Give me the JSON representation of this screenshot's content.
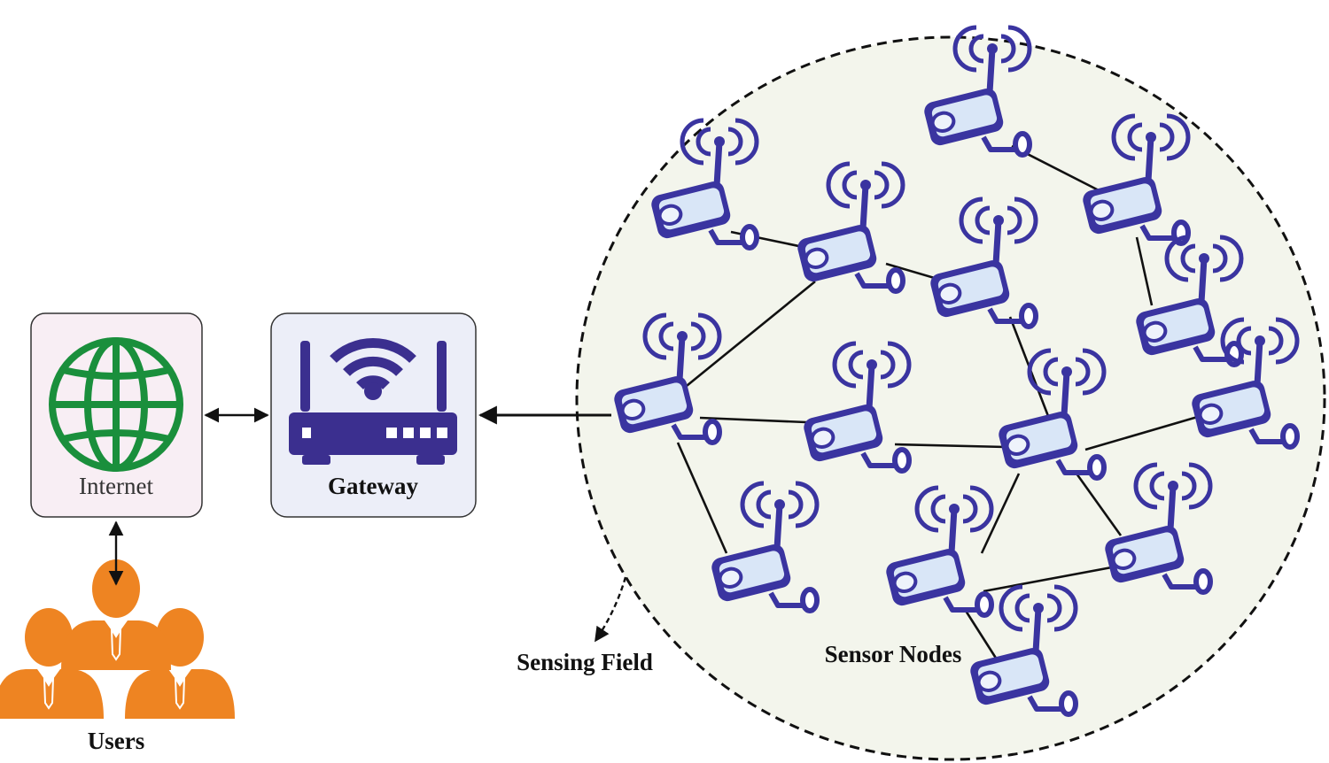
{
  "labels": {
    "internet": "Internet",
    "gateway": "Gateway",
    "users": "Users",
    "sensing_field": "Sensing Field",
    "sensor_nodes": "Sensor Nodes"
  },
  "colors": {
    "globe": "#1a8f3c",
    "router": "#3b2f8f",
    "users": "#ee8422",
    "sensor_outline": "#3a34a0",
    "sensor_body": "#d9e6f7",
    "field_fill": "#f3f5ec"
  },
  "icons": {
    "internet": "globe-icon",
    "gateway": "wifi-router-icon",
    "users": "users-group-icon",
    "sensor": "wireless-sensor-icon"
  }
}
